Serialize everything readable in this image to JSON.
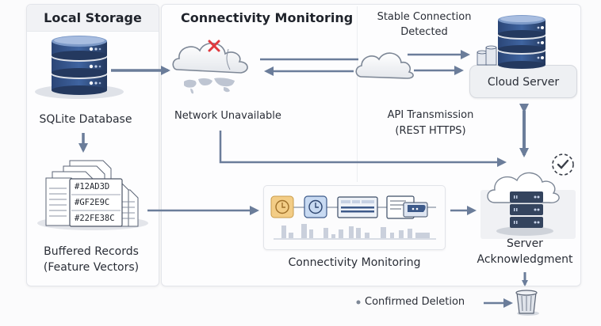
{
  "local_storage": {
    "title": "Local Storage",
    "database_label": "SQLite Database",
    "records_label_line1": "Buffered Records",
    "records_label_line2": "(Feature Vectors)",
    "record_ids": [
      "#12AD3D",
      "#GF2E9C",
      "#22FE38C"
    ]
  },
  "connectivity": {
    "title": "Connectivity Monitoring",
    "network_status": "Network Unavailable",
    "stable_line1": "Stable Connection",
    "stable_line2": "Detected",
    "api_line1": "API Transmission",
    "api_line2": "(REST HTTPS)",
    "monitor_caption": "Connectivity Monitoring"
  },
  "cloud": {
    "server_label": "Cloud Server",
    "ack_line1": "Server",
    "ack_line2": "Acknowledgment",
    "deletion_label": "Confirmed Deletion"
  },
  "colors": {
    "arrow": "#6b7d9a",
    "db_blue": "#2d4a7a",
    "error_red": "#e0393e",
    "clock_orange": "#f3cd86"
  }
}
